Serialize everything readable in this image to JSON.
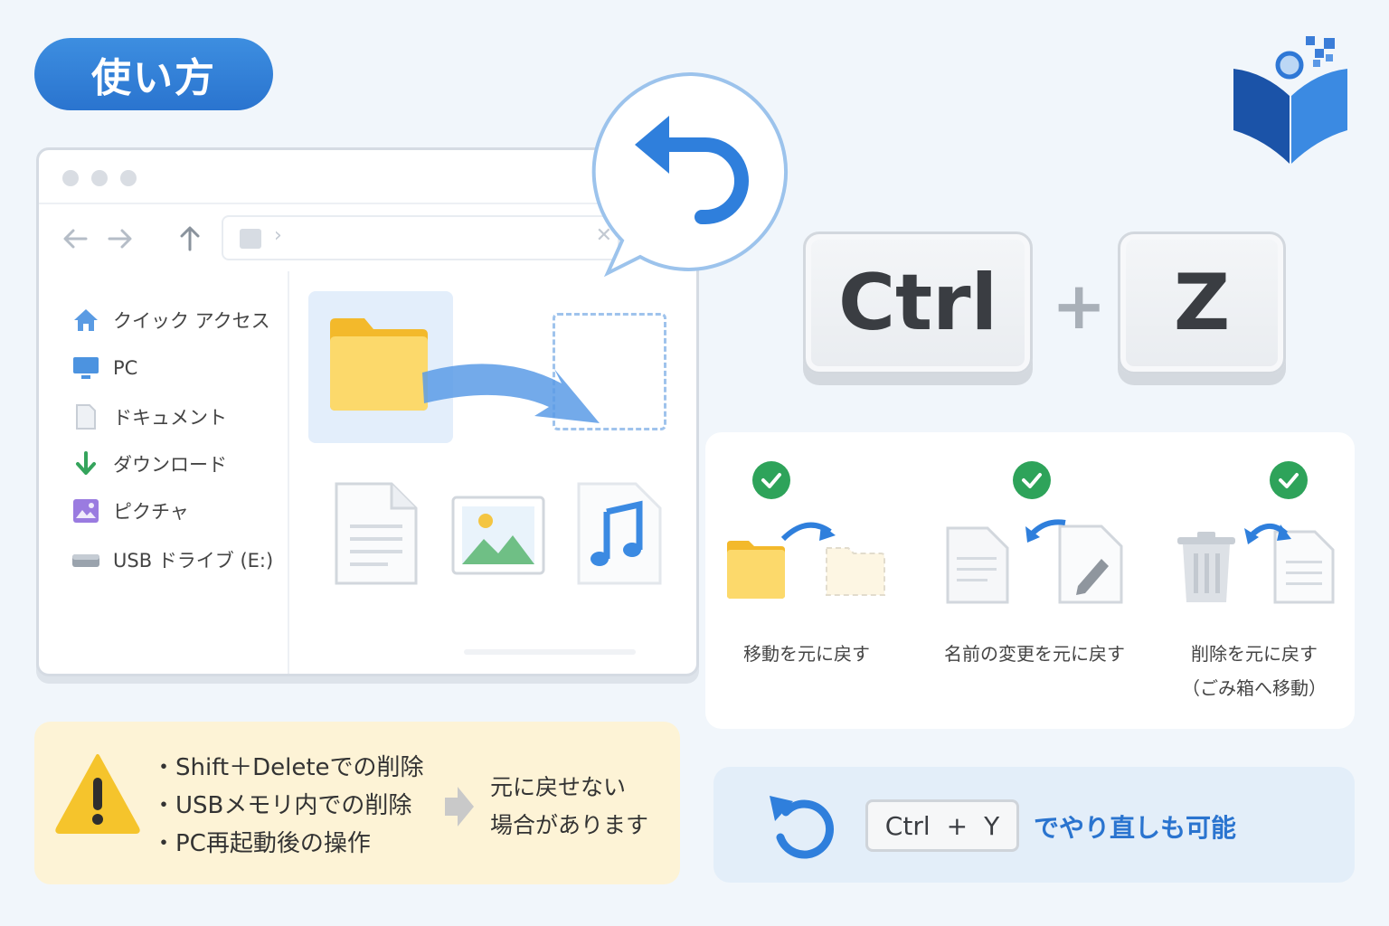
{
  "title": "使い方",
  "colors": {
    "accent": "#2a74cf",
    "folder": "#f7c73f",
    "check": "#2ea35a",
    "warning_bg": "#fdf3d6"
  },
  "explorer": {
    "nav": {
      "back_icon": "arrow-left-icon",
      "forward_icon": "arrow-right-icon",
      "up_icon": "arrow-up-icon"
    },
    "sidebar": [
      {
        "label": "クイック アクセス",
        "icon": "home-icon"
      },
      {
        "label": "PC",
        "icon": "monitor-icon"
      },
      {
        "label": "ドキュメント",
        "icon": "document-icon"
      },
      {
        "label": "ダウンロード",
        "icon": "download-icon"
      },
      {
        "label": "ピクチャ",
        "icon": "picture-icon"
      },
      {
        "label": "USB ドライブ (E:)",
        "icon": "usb-drive-icon"
      }
    ]
  },
  "shortcut": {
    "key1": "Ctrl",
    "plus": "+",
    "key2": "Z"
  },
  "cases": [
    {
      "label": "移動を元に戻す"
    },
    {
      "label": "名前の変更を元に戻す"
    },
    {
      "label": "削除を元に戻す",
      "sub": "（ごみ箱へ移動）"
    }
  ],
  "warning": {
    "items": [
      "・Shift＋Deleteでの削除",
      "・USBメモリ内での削除",
      "・PC再起動後の操作"
    ],
    "note_line1": "元に戻せない",
    "note_line2": "場合があります"
  },
  "redo": {
    "key_ctrl": "Ctrl",
    "key_plus": "+",
    "key_y": "Y",
    "text": "でやり直しも可能"
  }
}
